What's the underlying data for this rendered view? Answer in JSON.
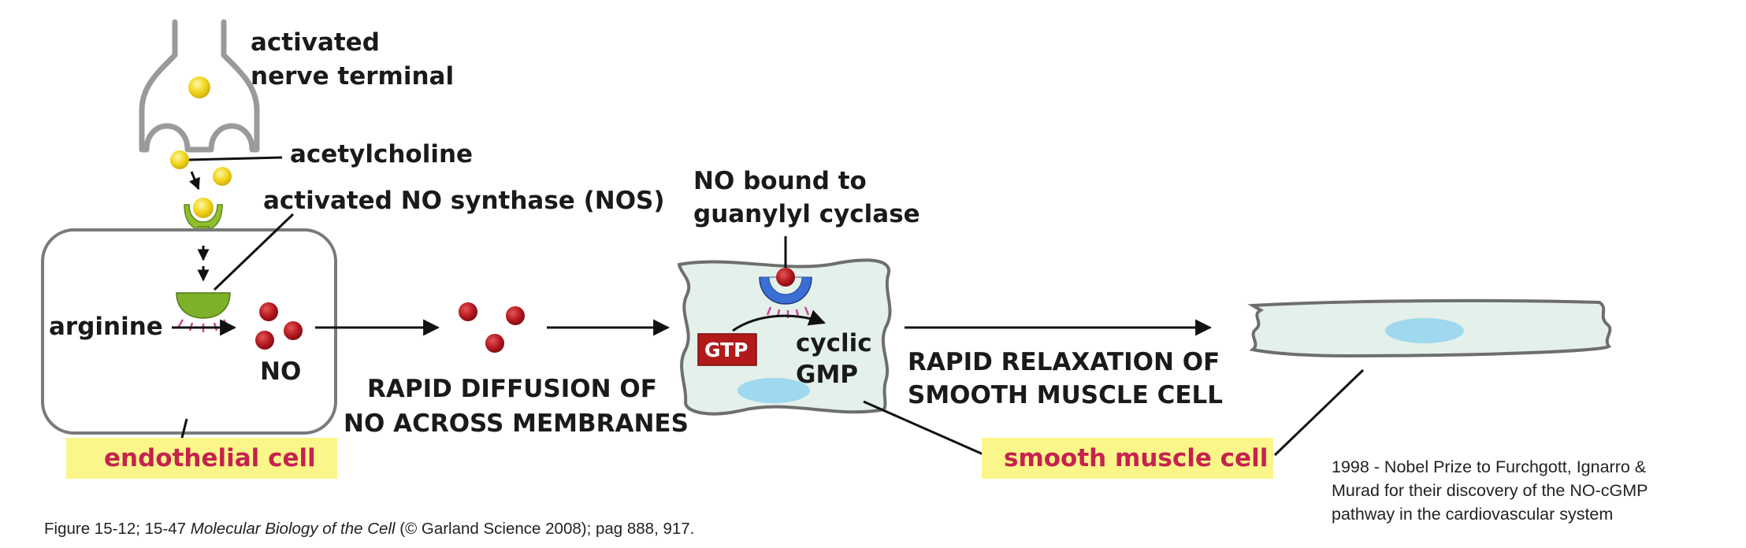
{
  "labels": {
    "nerve_line1": "activated",
    "nerve_line2": "nerve terminal",
    "acetylcholine": "acetylcholine",
    "nos": "activated NO synthase (NOS)",
    "arginine": "arginine",
    "no": "NO",
    "no_bound_line1": "NO bound to",
    "no_bound_line2": "guanylyl cyclase",
    "gtp": "GTP",
    "cyclic_gmp_line1": "cyclic",
    "cyclic_gmp_line2": "GMP",
    "diffusion_line1": "RAPID DIFFUSION OF",
    "diffusion_line2": "NO ACROSS MEMBRANES",
    "relaxation_line1": "RAPID RELAXATION OF",
    "relaxation_line2": "SMOOTH MUSCLE CELL",
    "endothelial_cell": "endothelial cell",
    "smooth_muscle_cell": "smooth muscle cell"
  },
  "nobel_note": {
    "line1": "1998 - Nobel Prize to Furchgott, Ignarro &",
    "line2": "Murad for their discovery of the NO-cGMP",
    "line3": "pathway in the cardiovascular system"
  },
  "figure_caption": {
    "prefix": "Figure 15-12; 15-47 ",
    "title": "Molecular Biology of the Cell",
    "suffix": " (© Garland Science 2008); pag 888, 917."
  },
  "colors": {
    "acetylcholine": "#f2d51b",
    "receptor": "#8fbf2f",
    "nos_enzyme": "#7fb02a",
    "no_molecule": "#b3171f",
    "cyclase": "#3b6fd6",
    "cell_fill": "#e4f0ea",
    "nucleus": "#9fd8ef",
    "label_highlight": "#fbf68a",
    "highlight_text": "#c6224e",
    "gtp_box": "#b21a1a",
    "activation_lines": "#d0459a"
  }
}
